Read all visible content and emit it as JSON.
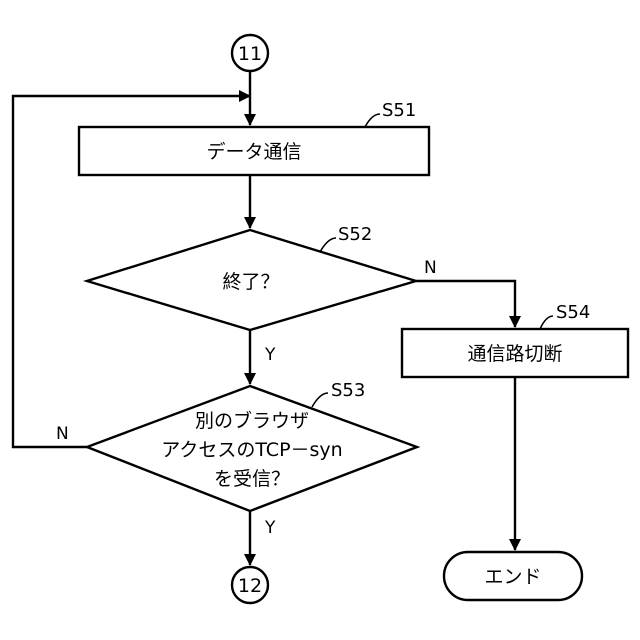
{
  "connectors": {
    "start": "11",
    "end": "12"
  },
  "steps": {
    "s51": {
      "id": "S51",
      "label": "データ通信"
    },
    "s52": {
      "id": "S52",
      "label": "終了？",
      "yes": "Y",
      "no": "N"
    },
    "s53": {
      "id": "S53",
      "lines": [
        "別のブラウザ",
        "アクセスのTCP－syn",
        "を受信？"
      ],
      "yes": "Y",
      "no": "N"
    },
    "s54": {
      "id": "S54",
      "label": "通信路切断"
    }
  },
  "terminal": {
    "label": "エンド"
  }
}
